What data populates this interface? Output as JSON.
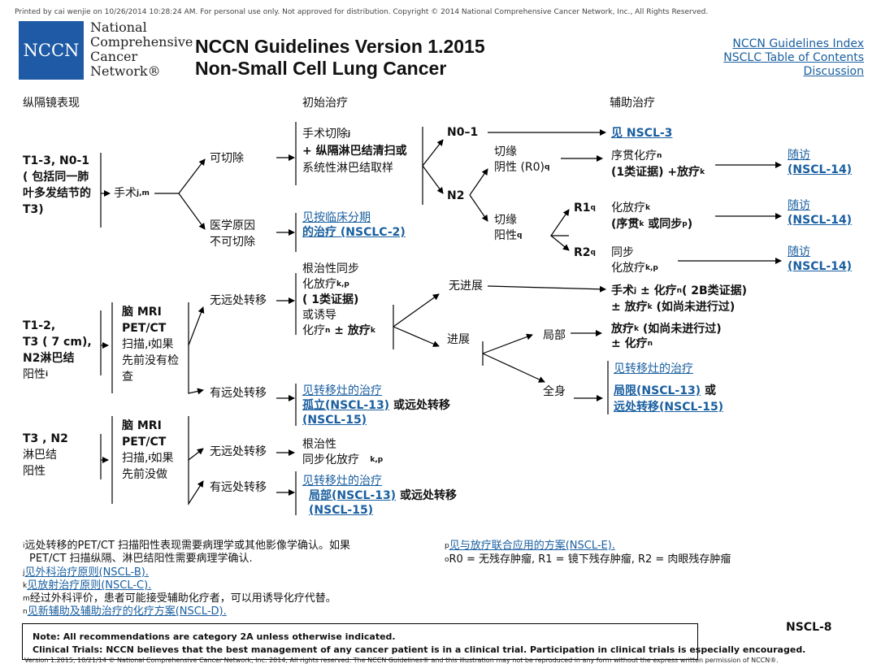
{
  "print_line": "Printed by cai wenjie on 10/26/2014 10:28:24 AM. For personal use only. Not approved for distribution. Copyright © 2014 National Comprehensive Cancer Network, Inc., All Rights Reserved.",
  "logo": {
    "mark": "NCCN",
    "name_lines": [
      "National",
      "Comprehensive",
      "Cancer",
      "Network®"
    ]
  },
  "title": {
    "line1": "NCCN Guidelines Version 1.2015",
    "line2": "Non-Small Cell Lung Cancer"
  },
  "top_links": [
    "NCCN Guidelines Index",
    "NSCLC Table of Contents",
    "Discussion"
  ],
  "columns": {
    "col1": "纵隔镜表现",
    "col2": "初始治疗",
    "col3": "辅助治疗"
  },
  "sec1": {
    "presentation": [
      "T1-3, N0-1",
      "( 包括同一肺",
      "叶多发结节的",
      "T3)"
    ],
    "surgery": "手术",
    "surgery_sup": "j,m",
    "resectable": "可切除",
    "medically": [
      "医学原因",
      "不可切除"
    ],
    "op_l1": "手术切除",
    "op_l1_sup": "j",
    "op_l2": "+ 纵隔淋巴结清扫或",
    "op_l3": "系统性淋巴结取样",
    "see_staging": [
      "见按临床分期",
      "的治疗 (NSCLC-2)"
    ],
    "n01": "N0–1",
    "n2": "N2",
    "see_nscl3": "见 NSCL-3",
    "neg_l1": "切缘",
    "neg_l2": "阴性 (R0)",
    "neg_sup": "q",
    "pos_l1": "切缘",
    "pos_l2": "阳性",
    "pos_sup": "q",
    "seq_l1": "序贯化疗",
    "seq_l1_sup": "n",
    "seq_l2": "(1类证据) +放疗",
    "seq_l2_sup": "k",
    "r1": "R1",
    "r1_sup": "q",
    "r1_l1": "化放疗",
    "r1_l1_sup": "k",
    "r1_l2a": "(序贯",
    "r1_l2_sup1": "k",
    "r1_l2b": "或同步",
    "r1_l2_sup2": "p",
    "r1_l2c": ")",
    "r2": "R2",
    "r2_sup": "q",
    "r2_l1": "同步",
    "r2_l2": "化放疗",
    "r2_l2_sup": "k,p",
    "followup_text": "随访",
    "followup_ref": "(NSCL-14)"
  },
  "sec2": {
    "presentation": [
      "T1-2,",
      "T3 (  7 cm),",
      "N2淋巴结",
      "阳性"
    ],
    "presentation_sup": "i",
    "scan": [
      "脑 MRI",
      "PET/CT",
      "扫描,",
      "如果",
      "先前没有检",
      "查"
    ],
    "scan_sup": "i",
    "no_distant": "无远处转移",
    "distant": "有远处转移",
    "def_l1": "根治性同步",
    "def_l2": "化放疗",
    "def_l2_sup": "k,p",
    "def_l3": "( 1类证据)",
    "def_l4": "或诱导",
    "def_l5a": "化疗",
    "def_l5_sup1": "n",
    "def_l5b": " ± 放疗",
    "def_l5_sup2": "k",
    "no_progress": "无进展",
    "progress": "进展",
    "np_l1a": "手术",
    "np_l1_sup1": "j",
    "np_l1b": " ± 化疗",
    "np_l1_sup2": "n",
    "np_l1c": "(  2B类证据)",
    "np_l2a": "± 放疗",
    "np_l2_sup": "k",
    "np_l2b": " (如尚未进行过)",
    "local": "局部",
    "systemic": "全身",
    "loc_l1a": "放疗",
    "loc_l1_sup": "k",
    "loc_l1b": " (如尚未进行过)",
    "loc_l2a": "± 化疗",
    "loc_l2_sup": "n",
    "sys_link1": "见转移灶的治疗",
    "sys_link2": "局限(NSCL-13)",
    "sys_or": " 或",
    "sys_link3": "远处转移(NSCL-15)",
    "dist_link1": "见转移灶的治疗",
    "dist_link2": "孤立(NSCL-13)",
    "dist_or": " 或远处转移",
    "dist_link3": "(NSCL-15)"
  },
  "sec3": {
    "presentation": [
      "T3 , N2",
      "淋巴结",
      "阳性"
    ],
    "scan": [
      "脑 MRI",
      "PET/CT",
      "扫描,",
      "如果",
      "先前没做"
    ],
    "scan_sup": "i",
    "no_distant": "无远处转移",
    "distant": "有远处转移",
    "def_l1": "根治性",
    "def_l2": "同步化放疗",
    "def_l2_sup": "k,p",
    "link1": "见转移灶的治疗",
    "link2": "局部(NSCL-13)",
    "link_or": " 或远处转移",
    "link3": "(NSCL-15)"
  },
  "footnotes": {
    "i_sup": "i",
    "i_l1": "远处转移的PET/CT 扫描阳性表现需要病理学或其他影像学确认。如果",
    "i_l2": "PET/CT 扫描纵隔、淋巴结阳性需要病理学确认.",
    "j_sup": "j",
    "j_text": "见外科治疗原则(NSCL-B).",
    "k_sup": "k",
    "k_text": "见放射治疗原则(NSCL-C).",
    "m_sup": "m",
    "m_text": "经过外科评价，患者可能接受辅助化疗者，可以用诱导化疗代替。",
    "n_sup": "n",
    "n_text": "见新辅助及辅助治疗的化疗方案(NSCL-D).",
    "p_sup": "p",
    "p_text": "见与放疗联合应用的方案(NSCL-E).",
    "q_sup": "o",
    "q_text": "R0 = 无残存肿瘤, R1 = 镜下残存肿瘤, R2 = 肉眼残存肿瘤"
  },
  "note": {
    "line1": "Note:  All recommendations are category 2A unless otherwise indicated.",
    "line2": "Clinical Trials: NCCN believes that the best management of any cancer patient is in a clinical trial. Participation in clinical trials is especially encouraged."
  },
  "page_code": "NSCL-8",
  "footer": "Version 1.2015, 10/21/14 © National Comprehensive Cancer Network, Inc. 2014, All rights reserved. The NCCN Guidelines® and this illustration may not be reproduced in any form without the express written permission of NCCN®."
}
